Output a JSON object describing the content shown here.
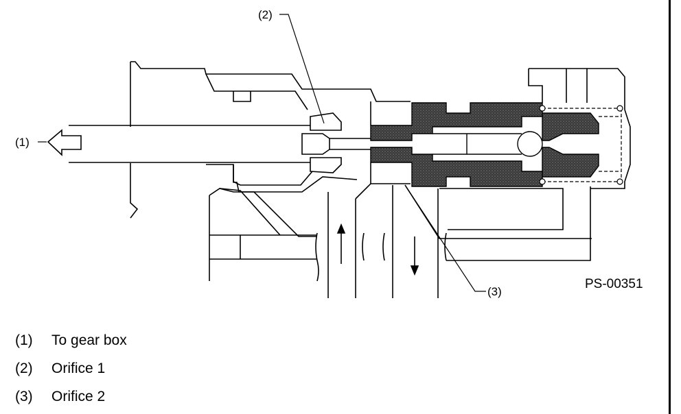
{
  "diagram": {
    "code": "PS-00351",
    "callouts": [
      {
        "id": "1",
        "label": "(1)"
      },
      {
        "id": "2",
        "label": "(2)"
      },
      {
        "id": "3",
        "label": "(3)"
      }
    ],
    "colors": {
      "line": "#000000",
      "dark_fill": "#2a2a2a",
      "mid_fill": "#4a4a4a",
      "background": "#ffffff"
    }
  },
  "legend": [
    {
      "num": "(1)",
      "text": "To gear box"
    },
    {
      "num": "(2)",
      "text": "Orifice 1"
    },
    {
      "num": "(3)",
      "text": "Orifice 2"
    }
  ]
}
